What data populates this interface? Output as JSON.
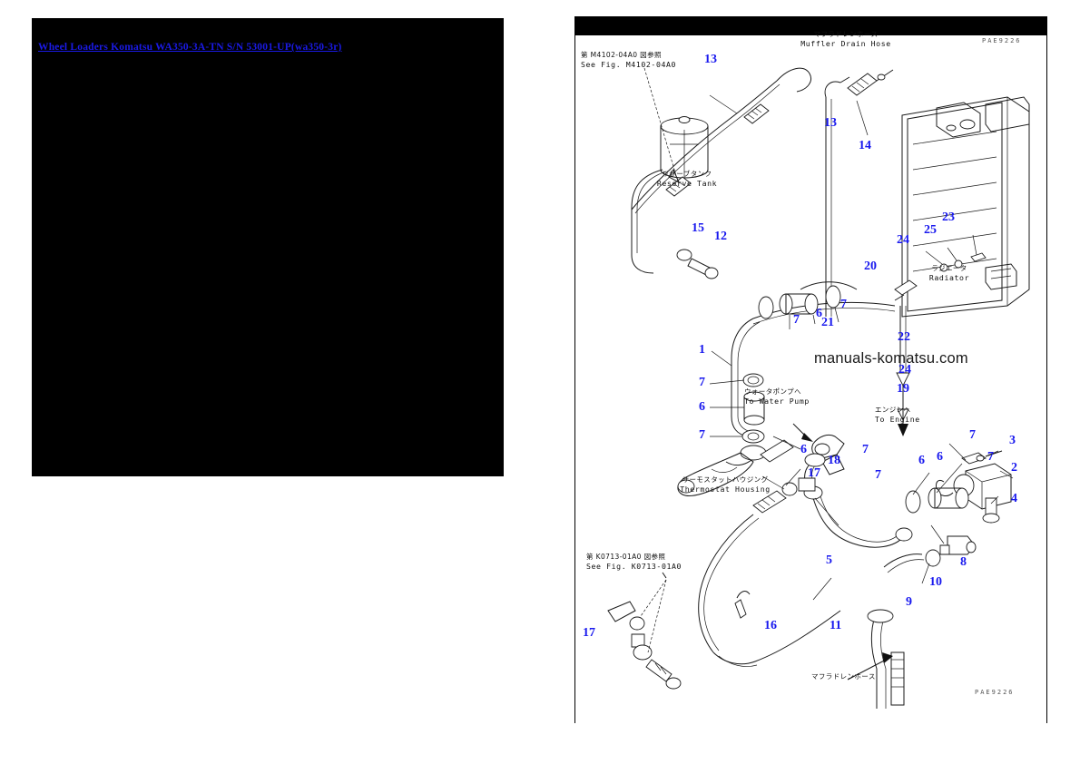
{
  "preview": {
    "link_text": "Wheel Loaders Komatsu WA350-3A-TN S/N 53001-UP(wa350-3r)"
  },
  "sheet": {
    "watermark": "manuals-komatsu.com",
    "code_top_right": "PAE9226",
    "code_bottom_right": "PAE9226",
    "notes": [
      {
        "jp": "第 M4102-04A0 図参照",
        "en": "See Fig. M4102-04A0"
      },
      {
        "jp": "第 K0713-01A0 図参照",
        "en": "See Fig. K0713-01A0"
      }
    ],
    "part_labels": [
      {
        "jp": "リザーブタンク",
        "en": "Reserve Tank"
      },
      {
        "jp": "マフラドレンホース",
        "en": "Muffler Drain Hose"
      },
      {
        "jp": "ラジエータ",
        "en": "Radiator"
      },
      {
        "jp": "サーモスタットハウジング",
        "en": "Thermostat Housing"
      },
      {
        "jp": "ウォータポンプへ",
        "en": "To Water Pump"
      },
      {
        "jp": "エンジンへ",
        "en": "To Engine"
      },
      {
        "jp": "マフラドレンホース",
        "en": ""
      }
    ],
    "callout_numbers": [
      "13",
      "13",
      "14",
      "15",
      "12",
      "20",
      "21",
      "22",
      "24",
      "19",
      "23",
      "25",
      "24",
      "1",
      "7",
      "6",
      "7",
      "7",
      "6",
      "7",
      "6",
      "18",
      "17",
      "7",
      "7",
      "6",
      "7",
      "3",
      "2",
      "4",
      "5",
      "8",
      "10",
      "9",
      "11",
      "16",
      "17",
      "6",
      "7"
    ]
  }
}
